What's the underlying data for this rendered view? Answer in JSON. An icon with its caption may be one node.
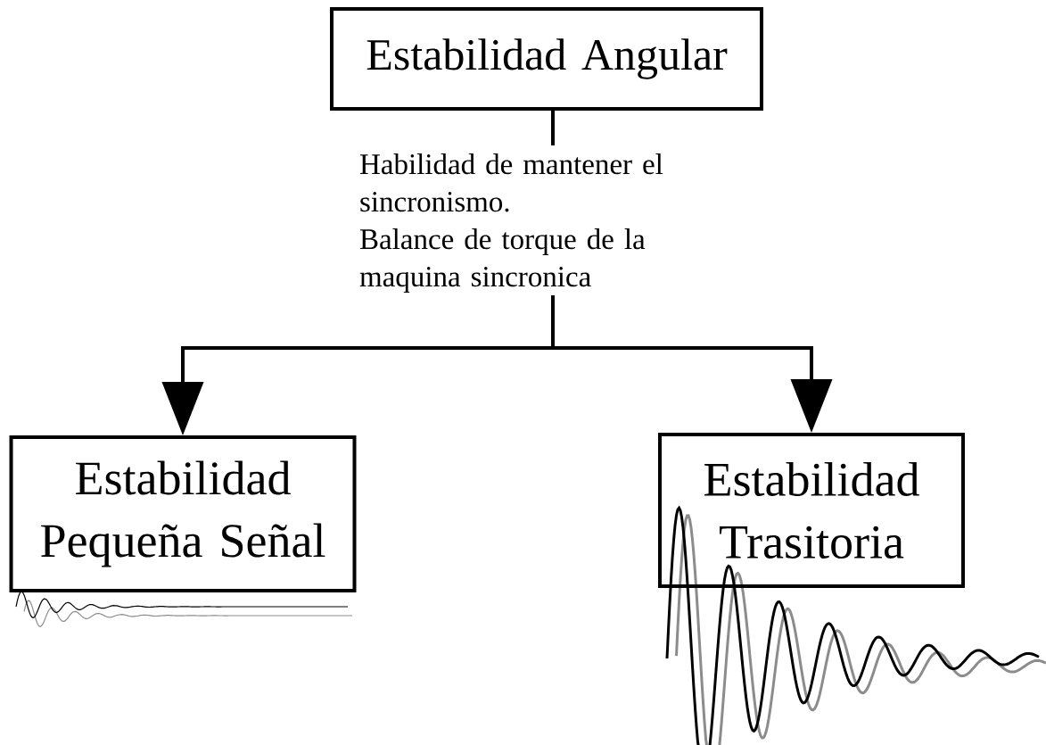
{
  "diagram": {
    "nodes": [
      {
        "text": [
          "Estabilidad Angular"
        ]
      },
      {
        "text": [
          "Habilidad de mantener el sincronismo.",
          "Balance de torque de la maquina sincronica"
        ]
      },
      {
        "text": [
          "Estabilidad Pequeña Señal"
        ]
      },
      {
        "text": [
          "Estabilidad Trasitoria"
        ]
      }
    ],
    "edges": [
      {
        "from": 0,
        "to": 1,
        "arrow": "none"
      },
      {
        "from": 1,
        "to": 2,
        "arrow": "to"
      },
      {
        "from": 1,
        "to": 3,
        "arrow": "to"
      }
    ]
  }
}
